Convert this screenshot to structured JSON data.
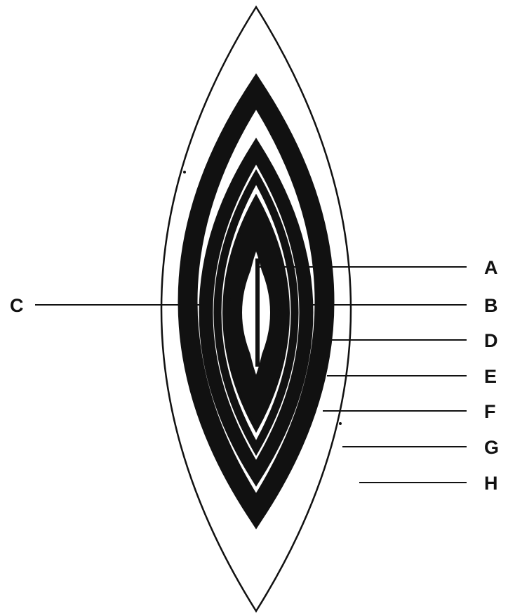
{
  "diagram": {
    "stroke_color": "#111111",
    "background_color": "#ffffff",
    "labels": {
      "a": "A",
      "b": "B",
      "c": "C",
      "d": "D",
      "e": "E",
      "f": "F",
      "g": "G",
      "h": "H"
    }
  }
}
